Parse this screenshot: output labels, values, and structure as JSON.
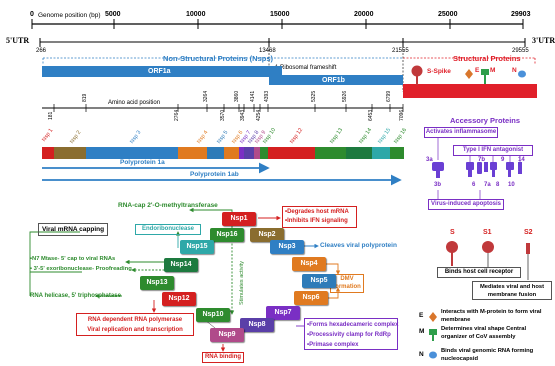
{
  "genome": {
    "axis_label": "Genome position (bp)",
    "axis_ticks": [
      "0",
      "5000",
      "10000",
      "15000",
      "20000",
      "25000",
      "29903"
    ],
    "utr5": "5'UTR",
    "utr3": "3'UTR",
    "pos_266": "266",
    "pos_13468": "13468",
    "pos_21555": "21555",
    "pos_29555": "29555"
  },
  "nsps_header": "Non-Structural Proteins (Nsps)",
  "structural_header": "Structural Proteins",
  "frameshift": "-1 Ribosomal frameshift",
  "orf1a": "ORF1a",
  "orf1b": "ORF1b",
  "aa_label": "Amino acid position",
  "aa_ticks": [
    "181",
    "819",
    "2764",
    "3264",
    "3570",
    "3860",
    "3943",
    "4141",
    "4254",
    "4393",
    "5325",
    "5926",
    "6453",
    "6799",
    "7096"
  ],
  "nsp_seg_labels": [
    "Nsp 1",
    "Nsp 2",
    "Nsp 3",
    "Nsp 4",
    "Nsp 5",
    "Nsp 6",
    "Nsp 7",
    "Nsp 8",
    "Nsp 9",
    "Nsp 10",
    "Nsp 12",
    "Nsp 13",
    "Nsp 14",
    "Nsp 15",
    "Nsp 16"
  ],
  "polyprotein_1a": "Polyprotein 1a",
  "polyprotein_1ab": "Polyprotein 1ab",
  "structural_labels": {
    "spike": "S-Spike",
    "e": "E",
    "m": "M",
    "n": "N"
  },
  "accessory": {
    "title": "Accessory Proteins",
    "inflammasome": "Activates inflammasome",
    "ifn": "Type I IFN antagonist",
    "apoptosis": "Virus-induced apoptosis",
    "labels": [
      "3a",
      "3b",
      "6",
      "7a",
      "7b",
      "8",
      "9",
      "10",
      "14"
    ]
  },
  "nodes": {
    "nsp1": "Nsp1",
    "nsp2": "Nsp2",
    "nsp3": "Nsp3",
    "nsp4": "Nsp4",
    "nsp5": "Nsp5",
    "nsp6": "Nsp6",
    "nsp7": "Nsp7",
    "nsp8": "Nsp8",
    "nsp9": "Nsp9",
    "nsp10": "Nsp10",
    "nsp12": "Nsp12",
    "nsp13": "Nsp13",
    "nsp14": "Nsp14",
    "nsp15": "Nsp15",
    "nsp16": "Nsp16"
  },
  "functions": {
    "rna_cap_mt": "RNA-cap 2'-O-methyltransferase",
    "viral_mrna_capping": "Viral mRNA capping",
    "n7_mtase": "•N7 Mtase- 5' cap to viral RNAs",
    "exoribonuclease": "• 3'-5' exoribonuclease- Proofreading",
    "rna_helicase": "RNA helicase, 5' triphosphatase",
    "endoribonuclease": "Endoribonuclease",
    "stimulates_activity": "Stimulates activity",
    "degrades_mrna": "•Degrades host mRNA",
    "inhibits_ifn": "•Inhibits IFN signaling",
    "cleaves_polyprotein": "Cleaves viral polyprotein",
    "dmv_formation": "DMV\nformation",
    "rdrp": "RNA dependent RNA polymerase",
    "replication": "Viral replication and transcription",
    "rna_binding": "RNA binding",
    "hexadecameric": "•Forms hexadecameric complex",
    "processivity": "•Processivity clamp for RdRp",
    "primase": "•Primase complex"
  },
  "structural_panel": {
    "s": "S",
    "s1": "S1",
    "s2": "S2",
    "binds_receptor": "Binds host cell receptor",
    "membrane_fusion": "Mediates viral and host membrane fusion",
    "e_letter": "E",
    "e_desc": "Interacts with M-protein to form viral membrane",
    "m_letter": "M",
    "m_desc": "Determines viral shape Central organizer of CoV assembly",
    "n_letter": "N",
    "n_desc": "Binds viral genomic RNA forming nucleocapsid"
  },
  "colors": {
    "orf_blue": "#2f7fc4",
    "nsp_header_blue": "#2f7fc4",
    "structural_red": "#e0202a",
    "accessory_purple": "#7a2fc4",
    "green_text": "#2e8b2e",
    "red_text": "#d42020"
  }
}
